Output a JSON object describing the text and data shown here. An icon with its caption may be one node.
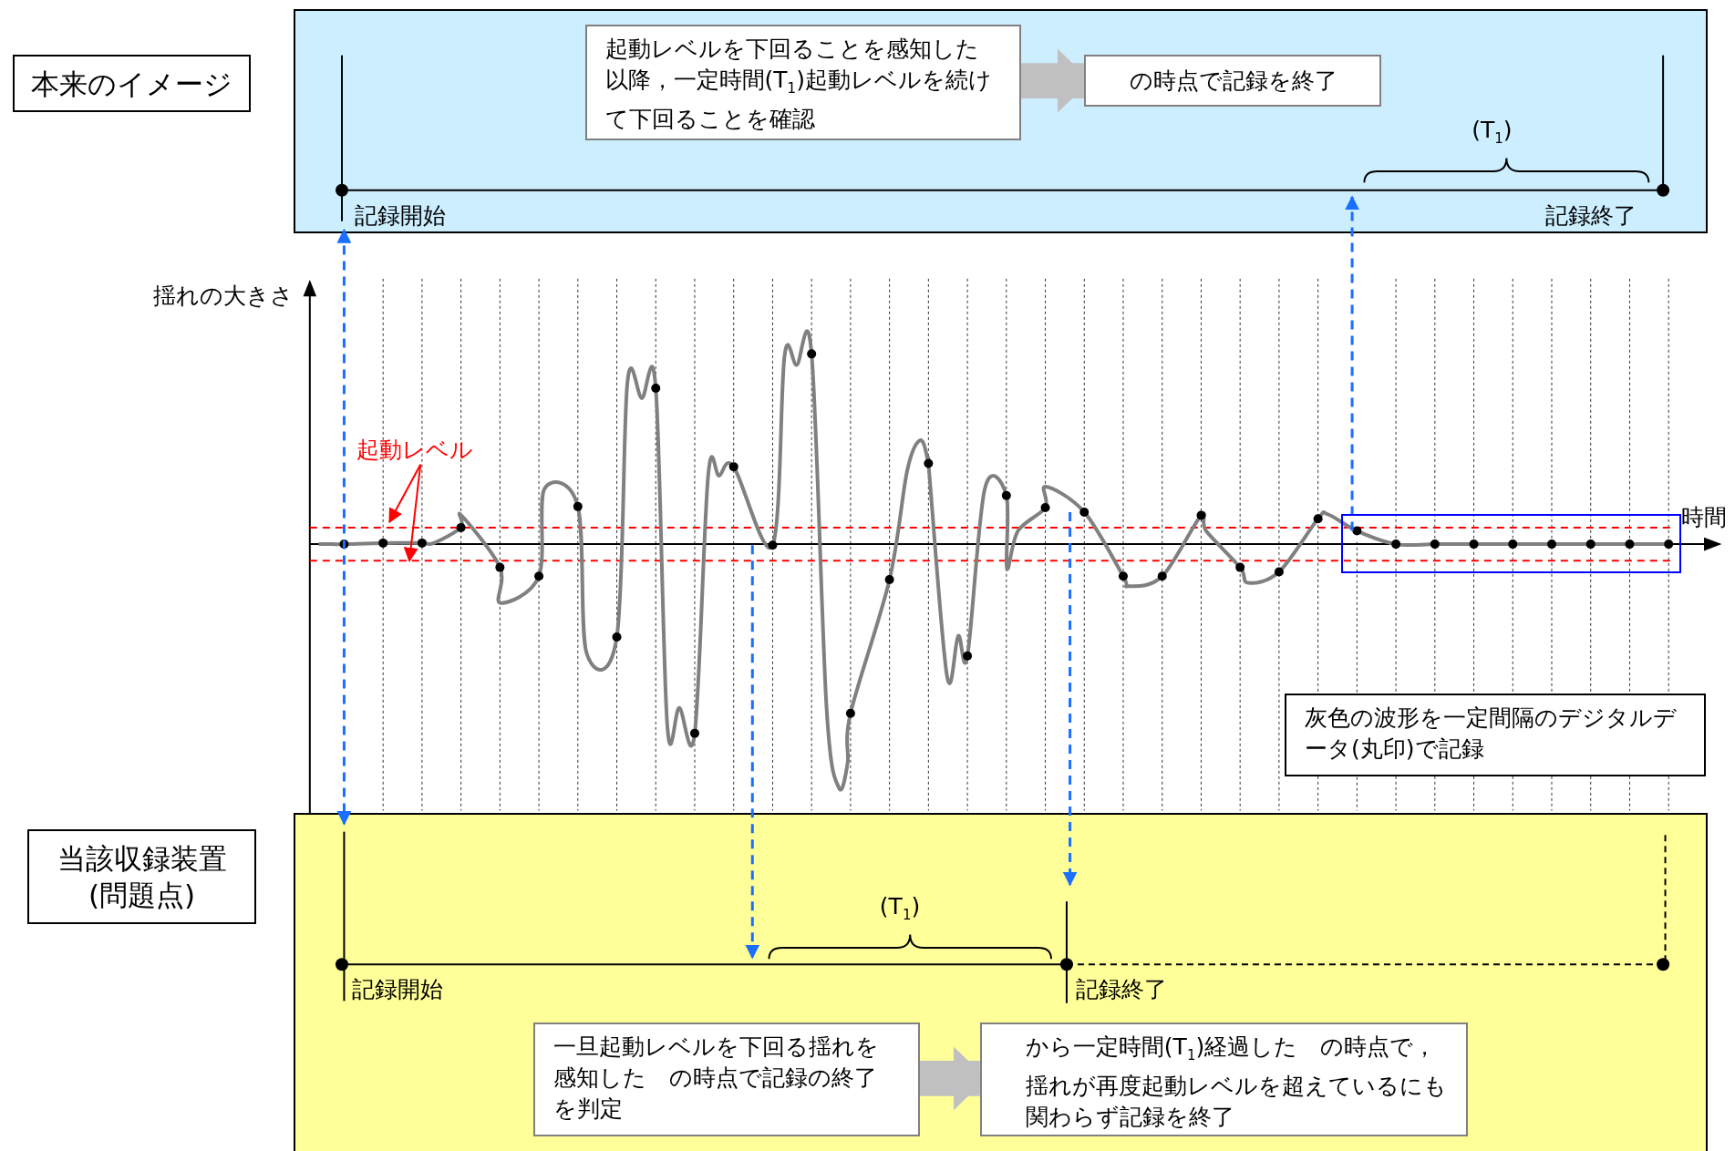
{
  "diagram": {
    "nodes": [
      {
        "text": [
          "本来のイメージ"
        ]
      },
      {
        "text": [
          "起動レベルを下回ることを感知した以降，一定時間(T$_{1}$)起動レベルを続けて下回ることを確認"
        ],
        "in": 0
      },
      {
        "text": [
          "の時点で記録を終了"
        ],
        "in": 0
      },
      {
        "text": [
          "記録開始"
        ],
        "in": 0
      },
      {
        "text": [
          "記録終了"
        ],
        "in": 0
      },
      {
        "text": [
          "起動レベル"
        ]
      },
      {
        "text": [],
        "shape": "box"
      },
      {
        "text": [
          "灰色の波形を一定間隔のデジタルデータ(丸印)で記録"
        ]
      },
      {
        "text": [
          "当該収録装置(問題点)"
        ]
      },
      {
        "text": [
          "一旦起動レベルを下回る揺れを感知した　の時点で記録の終了を判定"
        ],
        "in": 8
      },
      {
        "text": [
          "から一定時間(T$_{1}$)経過した　の時点で，揺れが再度起動レベルを超えているにも関わらず記録を終了"
        ],
        "in": 8
      },
      {
        "text": [
          "記録開始"
        ],
        "in": 8
      },
      {
        "text": [
          "記録終了"
        ],
        "in": 8
      }
    ],
    "edges": [
      {
        "from": 1,
        "to": 2,
        "arrow": "to",
        "style": "thick",
        "color": "#c0c0c0"
      },
      {
        "from": 9,
        "to": 10,
        "arrow": "to",
        "style": "thick",
        "color": "#c0c0c0"
      },
      {
        "from": 3,
        "to": 8,
        "arrow": "both",
        "style": "dashed",
        "color": "#1a6fff"
      },
      {
        "from": 6,
        "to": 0,
        "arrow": "to",
        "style": "dashed",
        "color": "#1a6fff"
      },
      {
        "from": null,
        "to": 8,
        "arrow": "to",
        "style": "dashed",
        "color": "#1a6fff"
      },
      {
        "from": null,
        "to": 8,
        "arrow": "to",
        "style": "dashed",
        "color": "#1a6fff"
      },
      {
        "from": 5,
        "to": null,
        "arrow": "to",
        "color": "#ff0000"
      },
      {
        "from": 5,
        "to": null,
        "arrow": "to",
        "color": "#ff0000"
      }
    ],
    "labels": [
      "(T$_{1}$)",
      "揺れの大きさ",
      "時間",
      "(T$_{1}$)"
    ]
  }
}
